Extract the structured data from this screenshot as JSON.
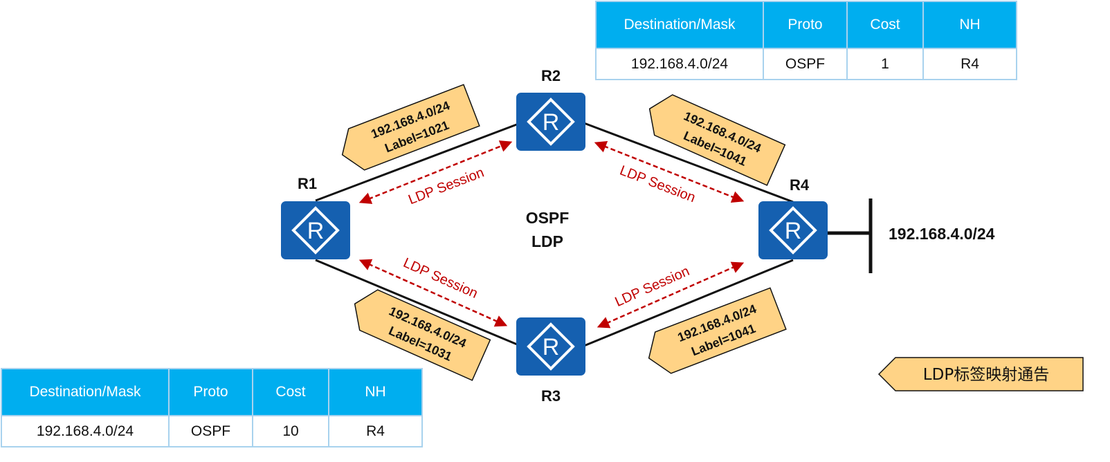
{
  "routers": {
    "r1": {
      "name": "R1",
      "glyph": "R"
    },
    "r2": {
      "name": "R2",
      "glyph": "R"
    },
    "r3": {
      "name": "R3",
      "glyph": "R"
    },
    "r4": {
      "name": "R4",
      "glyph": "R"
    }
  },
  "center": {
    "protocol1": "OSPF",
    "protocol2": "LDP"
  },
  "network": {
    "prefix": "192.168.4.0/24"
  },
  "sessions": {
    "r1_r2": "LDP Session",
    "r2_r4": "LDP Session",
    "r1_r3": "LDP Session",
    "r3_r4": "LDP Session"
  },
  "mappings": {
    "r2_to_r1": {
      "prefix": "192.168.4.0/24",
      "label": "Label=1021"
    },
    "r4_to_r2": {
      "prefix": "192.168.4.0/24",
      "label": "Label=1041"
    },
    "r3_to_r1": {
      "prefix": "192.168.4.0/24",
      "label": "Label=1031"
    },
    "r4_to_r3": {
      "prefix": "192.168.4.0/24",
      "label": "Label=1041"
    }
  },
  "legend": {
    "text": "LDP标签映射通告"
  },
  "table_top": {
    "headers": [
      "Destination/Mask",
      "Proto",
      "Cost",
      "NH"
    ],
    "row": [
      "192.168.4.0/24",
      "OSPF",
      "1",
      "R4"
    ]
  },
  "table_bottom": {
    "headers": [
      "Destination/Mask",
      "Proto",
      "Cost",
      "NH"
    ],
    "row": [
      "192.168.4.0/24",
      "OSPF",
      "10",
      "R4"
    ]
  },
  "colors": {
    "router_fill": "#1560b0",
    "tag_fill": "#ffd386",
    "session_red": "#c00000",
    "table_header": "#00aeef",
    "table_border": "#a8d2ee"
  }
}
